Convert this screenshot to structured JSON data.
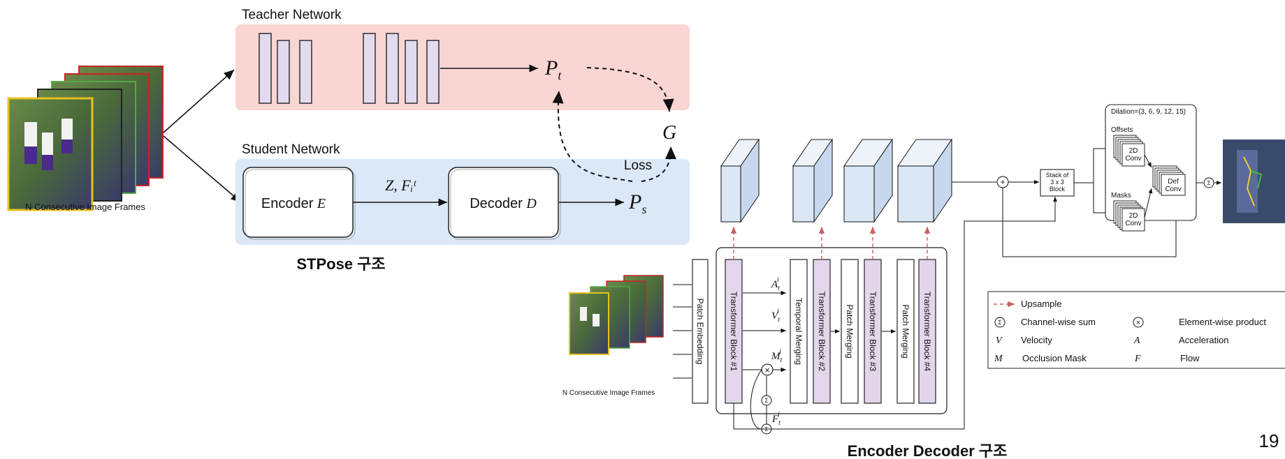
{
  "teacher": {
    "title": "Teacher Network",
    "output": "Pt"
  },
  "student": {
    "title": "Student Network",
    "encoder": "Encoder",
    "encoder_symbol": "E",
    "decoder": "Decoder",
    "decoder_symbol": "D",
    "latent": "Z, Fᵢᵗ",
    "output": "Ps"
  },
  "loss": {
    "label": "Loss",
    "ground_truth": "G"
  },
  "frames_left_caption": "N Consecutive Image Frames",
  "stpose_caption": "STPose 구조",
  "encdec": {
    "frames_caption": "N Consecutive Image Frames",
    "patch_embedding": "Patch Embedding",
    "transformer_1": "Transformer Block #1",
    "temporal_merging": "Temporal Merging",
    "transformer_2": "Transformer Block #2",
    "patch_merging_1": "Patch Merging",
    "transformer_3": "Transformer Block #3",
    "patch_merging_2": "Patch Merging",
    "transformer_4": "Transformer Block #4",
    "a_label": "A",
    "v_label": "V",
    "m_label": "M",
    "f_label": "F",
    "stack_block": [
      "Stack of",
      "3 x 3",
      "Block"
    ],
    "dilation": "Dilation=(3, 6, 9, 12, 15)",
    "offsets": "Offsets",
    "masks": "Masks",
    "conv2d_a": [
      "2D",
      "Conv"
    ],
    "conv2d_b": [
      "2D",
      "Conv"
    ],
    "def_conv": [
      "Def",
      "Conv"
    ],
    "caption": "Encoder Decoder 구조"
  },
  "legend": {
    "upsample": "Upsample",
    "channel_sum": "Channel-wise sum",
    "element_product": "Element-wise product",
    "velocity_sym": "V",
    "velocity": "Velocity",
    "acceleration_sym": "A",
    "acceleration": "Acceleration",
    "mask_sym": "M",
    "mask": "Occlusion Mask",
    "flow_sym": "F",
    "flow": "Flow"
  },
  "page_number": "19",
  "colors": {
    "teacher_bg": "#f9d5d3",
    "student_bg": "#dbe8f7",
    "bar_fill": "#e2dbef",
    "transformer_fill": "#e3d6ea",
    "cube_fill": "#dbe7f5",
    "upsample_arrow": "#c9605e"
  }
}
